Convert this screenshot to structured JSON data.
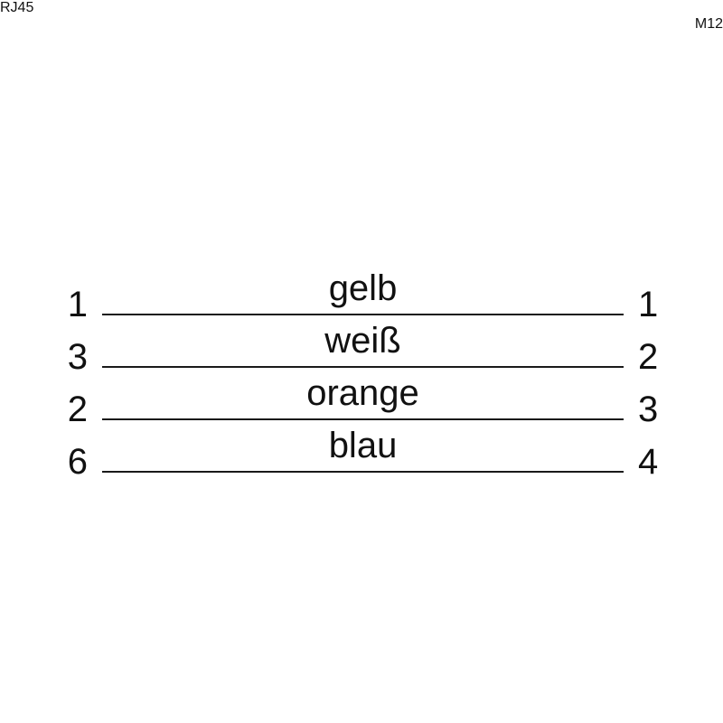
{
  "diagram": {
    "background_color": "#ffffff",
    "line_color": "#1a1a1a",
    "text_color": "#111111",
    "connector_left": "RJ45",
    "connector_right": "M12",
    "connections": [
      {
        "left_pin": "1",
        "wire_color_label": "gelb",
        "right_pin": "1"
      },
      {
        "left_pin": "3",
        "wire_color_label": "weiß",
        "right_pin": "2"
      },
      {
        "left_pin": "2",
        "wire_color_label": "orange",
        "right_pin": "3"
      },
      {
        "left_pin": "6",
        "wire_color_label": "blau",
        "right_pin": "4"
      }
    ]
  }
}
